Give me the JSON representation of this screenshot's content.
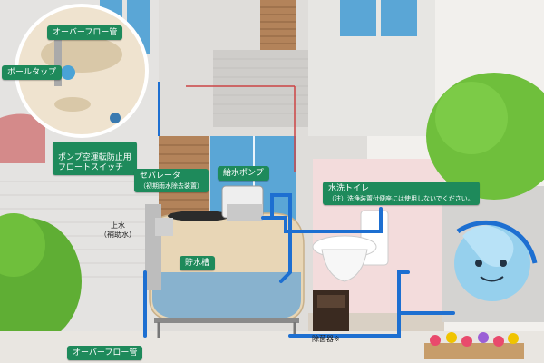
{
  "labels": {
    "overflow_pipe_top": "オーバーフロー管",
    "ball_tap": "ボールタップ",
    "float_switch": "ポンプ空運転防止用\nフロートスイッチ",
    "separator": "セパレータ",
    "separator_sub": "（初期雨水除去装置）",
    "supply_pump": "給水ポンプ",
    "toilet": "水洗トイレ",
    "toilet_note": "（注）洗浄装置付便座には使用しないでください。",
    "tap_water": "上水",
    "tap_water_sub": "（補助水）",
    "storage_tank": "貯水槽",
    "overflow_pipe_bottom": "オーバーフロー管",
    "sterilizer": "除菌器※"
  },
  "colors": {
    "callout_green": "#1e8a5b",
    "water_pipe_blue": "#1d6fd1",
    "tank_beige": "#e8d6b6",
    "wall_gray": "#d9d8d6",
    "grass_green": "#6fbf3c"
  }
}
